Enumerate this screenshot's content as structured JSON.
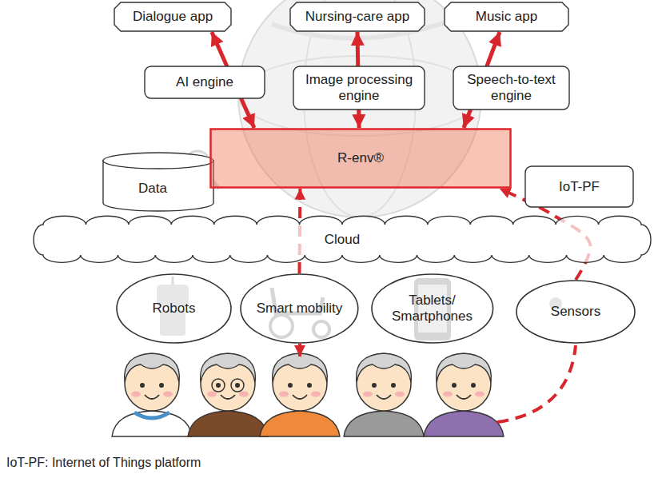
{
  "diagram": {
    "nodes": [
      {
        "text": [
          "Dialogue app"
        ]
      },
      {
        "text": [
          "Nursing-care app"
        ]
      },
      {
        "text": [
          "Music app"
        ]
      },
      {
        "text": [
          "AI engine"
        ]
      },
      {
        "text": [
          "Image processing engine"
        ]
      },
      {
        "text": [
          "Speech-to-text engine"
        ]
      },
      {
        "text": [
          "Data"
        ]
      },
      {
        "text": [
          "R-env®"
        ]
      },
      {
        "text": [
          "IoT-PF"
        ]
      },
      {
        "text": [
          "Cloud"
        ]
      },
      {
        "text": [
          "Robots"
        ]
      },
      {
        "text": [
          "Smart mobility"
        ]
      },
      {
        "text": [
          "Tablets/ Smartphones"
        ]
      },
      {
        "text": [
          "Sensors"
        ]
      }
    ],
    "edges": [
      {
        "from": 0,
        "to": 7,
        "arrow": "both"
      },
      {
        "from": 1,
        "to": 7,
        "arrow": "both"
      },
      {
        "from": 2,
        "to": 7,
        "arrow": "both"
      },
      {
        "from": 11,
        "to": 7,
        "arrow": "to"
      },
      {
        "from": 13,
        "to": 7,
        "arrow": "to"
      }
    ],
    "labels": [
      "IoT-PF: Internet of Things platform"
    ]
  }
}
